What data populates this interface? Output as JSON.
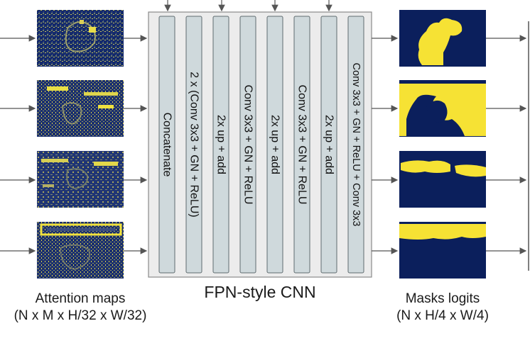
{
  "cnn": {
    "title": "FPN-style CNN",
    "layers": [
      "Concatenate",
      "2 x (Conv 3x3 + GN + ReLU)",
      "2x up + add",
      "Conv 3x3 + GN + ReLU",
      "2x up + add",
      "Conv 3x3 + GN + ReLU",
      "2x up + add",
      "Conv 3x3 + GN + ReLU + Conv 3x3"
    ]
  },
  "attention": {
    "label": "Attention maps",
    "shape": "(N x M x H/32 x W/32)",
    "count": 4
  },
  "masks": {
    "label": "Masks logits",
    "shape": "(N x H/4 x W/4)",
    "count": 4
  },
  "colors": {
    "heat_dark": "#0b1f5c",
    "heat_bright": "#f6e234",
    "box_fill": "#ececec",
    "box_border": "#8a8a8a",
    "column_fill": "#cfd9dc",
    "column_border": "#5f6b6f",
    "arrow": "#555555"
  }
}
